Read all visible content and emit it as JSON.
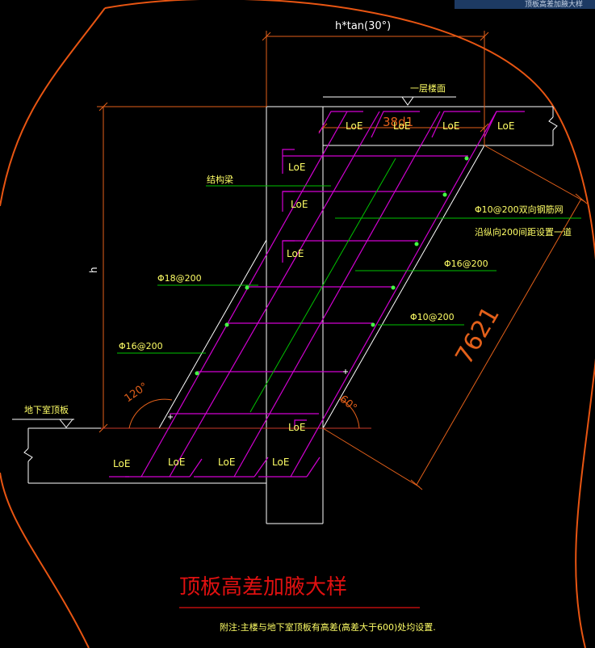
{
  "window": {
    "corner_text": "顶板高差加腋大样"
  },
  "drawing": {
    "title": "顶板高差加腋大样",
    "note": "附注:主楼与地下室顶板有高差(高差大于600)处均设置.",
    "top_dimension": "h*tan(30°)",
    "vertical_dimension": "h",
    "diagonal_dimension": "7621",
    "slab_top_label": "一层楼面",
    "basement_roof_label": "地下室顶板",
    "anchor_label_38d": "38d1",
    "angle_left": "120°",
    "angle_right": "60°",
    "loe": "LoE",
    "rebar_labels": {
      "structure_beam": "结构梁",
      "d10_net": "Φ10@200双向钢筋网",
      "along_length": "沿纵向200间距设置一道",
      "d16_right": "Φ16@200",
      "d10_right": "Φ10@200",
      "d18_left": "Φ18@200",
      "d16_left": "Φ16@200"
    },
    "colors": {
      "background": "#000000",
      "white_lines": "#ffffff",
      "magenta_rebar": "#d100d1",
      "green_leader": "#00c400",
      "dimension_orange": "#e3601a",
      "text_yellow": "#ffff66",
      "title_red": "#e01010",
      "boundary_orange": "#e85512"
    }
  }
}
